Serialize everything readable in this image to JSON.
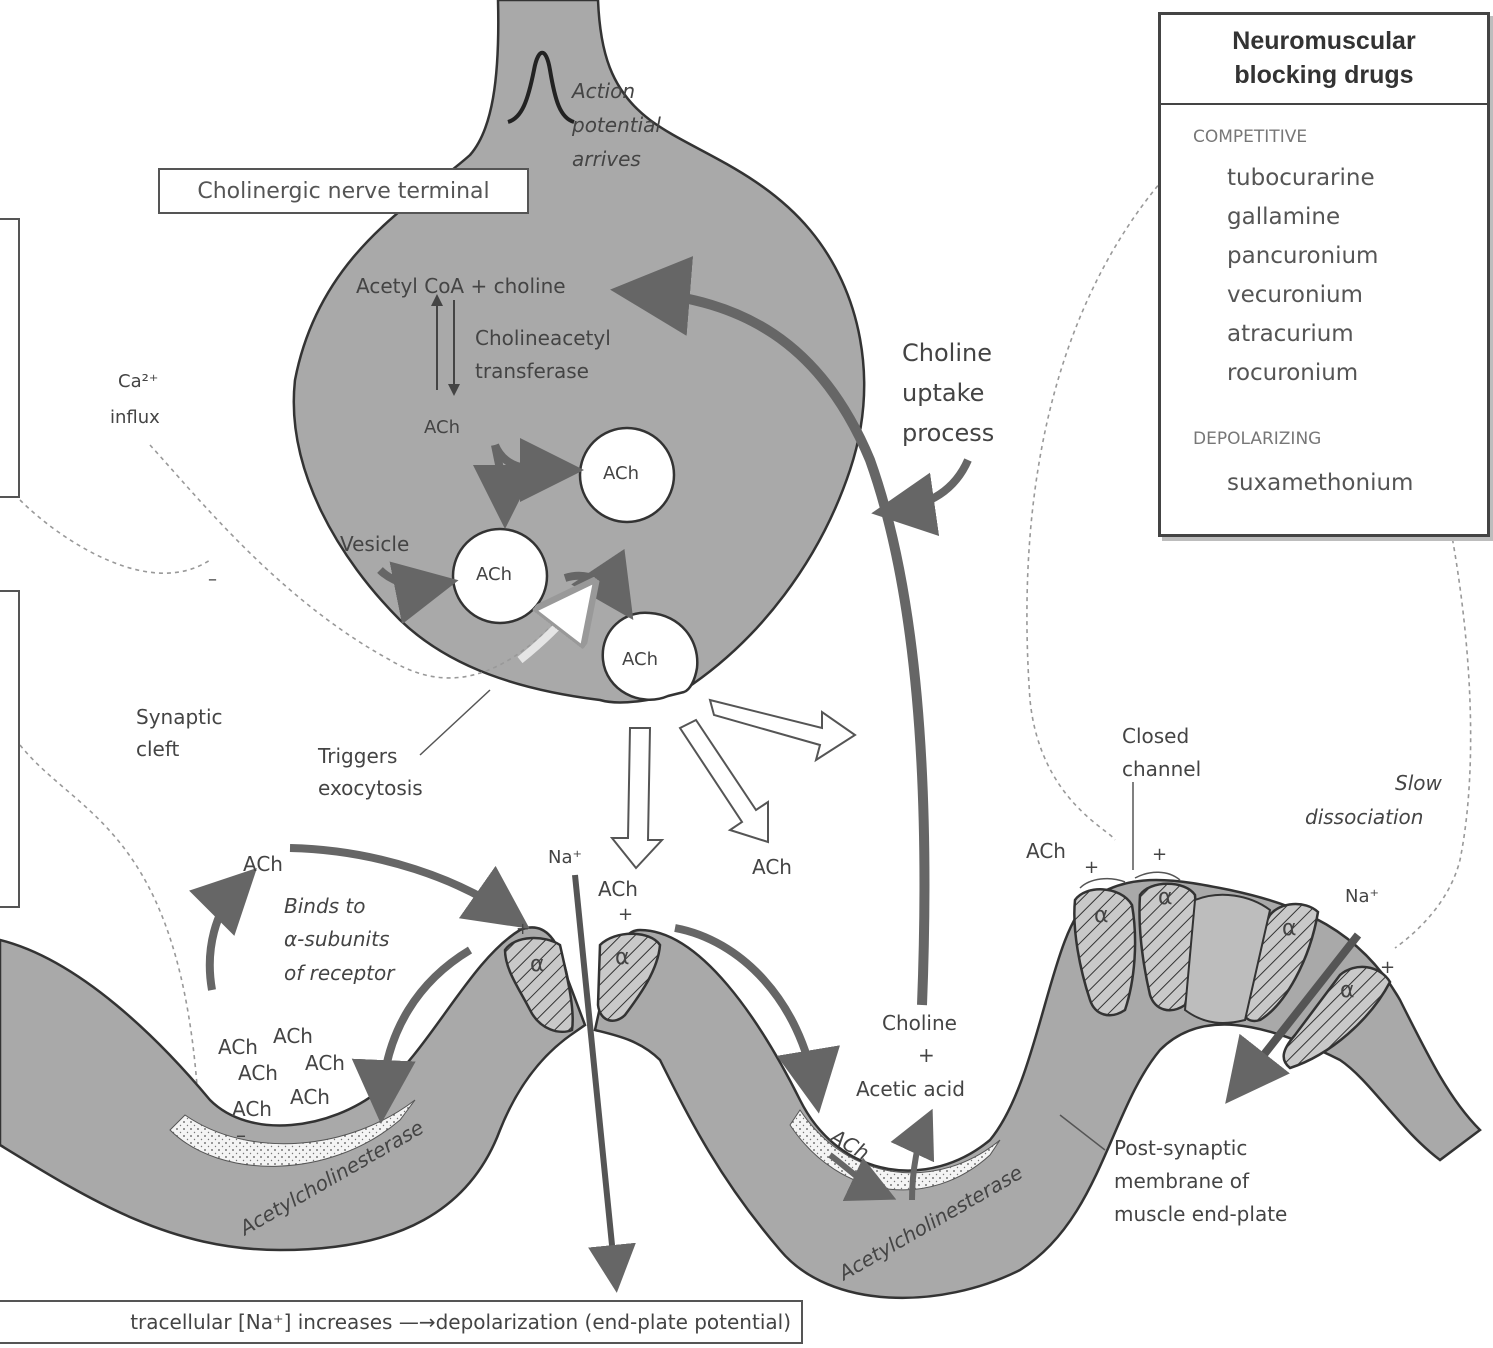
{
  "terminal_label": "Cholinergic nerve terminal",
  "action_potential": [
    "Action",
    "potential",
    "arrives"
  ],
  "acetyl_coa": "Acetyl CoA + choline",
  "enzyme": [
    "Cholineacetyl",
    "transferase"
  ],
  "ach": "ACh",
  "vesicle": "Vesicle",
  "ca_influx": [
    "Ca²⁺",
    "influx"
  ],
  "minus": "–",
  "plus": "+",
  "synaptic_cleft": [
    "Synaptic",
    "cleft"
  ],
  "triggers": [
    "Triggers",
    "exocytosis"
  ],
  "choline_uptake": [
    "Choline",
    "uptake",
    "process"
  ],
  "binds": [
    "Binds to",
    "α-subunits",
    "of receptor"
  ],
  "na": "Na⁺",
  "alpha": "α",
  "closed_channel": [
    "Closed",
    "channel"
  ],
  "slow_dissociation": [
    "Slow",
    "dissociation"
  ],
  "choline_acetic": [
    "Choline",
    "+",
    "Acetic acid"
  ],
  "postsynaptic": [
    "Post-synaptic",
    "membrane of",
    "muscle end-plate"
  ],
  "acetylcholinesterase": "Acetylcholinesterase",
  "footer": "tracellular [Na⁺] increases —→depolarization (end-plate potential)",
  "drugs": {
    "title": "Neuromuscular\nblocking drugs",
    "competitive_label": "COMPETITIVE",
    "competitive": [
      "tubocurarine",
      "gallamine",
      "pancuronium",
      "vecuronium",
      "atracurium",
      "rocuronium"
    ],
    "depolarizing_label": "DEPOLARIZING",
    "depolarizing": [
      "suxamethonium"
    ]
  },
  "colors": {
    "tissue": "#a8a8a8",
    "line": "#333333",
    "arrow": "#666666"
  }
}
